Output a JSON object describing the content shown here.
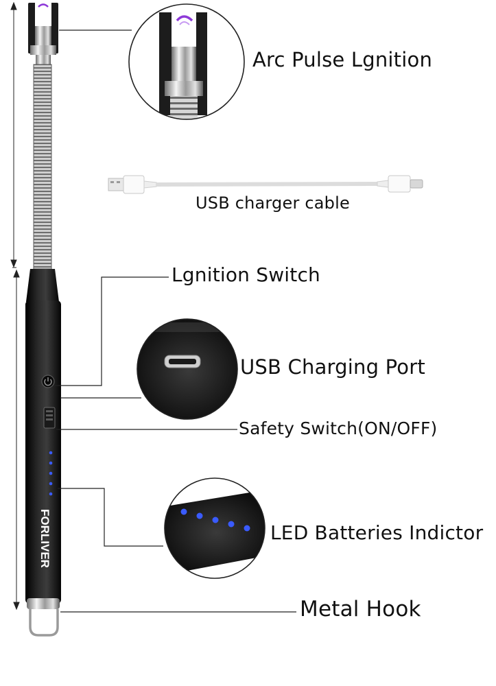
{
  "labels": {
    "arc_pulse": "Arc Pulse Lgnition",
    "usb_cable": "USB charger cable",
    "ignition_switch": "Lgnition Switch",
    "usb_port": "USB Charging Port",
    "safety_switch": "Safety Switch(ON/OFF)",
    "led_indicator": "LED Batteries Indictor",
    "metal_hook": "Metal Hook"
  },
  "brand": "FORLIVER",
  "colors": {
    "body": "#141414",
    "metal": "#b9b9b9",
    "led": "#3a5bff",
    "arc": "#8e3ad8",
    "line": "#222222"
  },
  "icons": [
    "power-icon",
    "usb-micro-port-icon",
    "led-dot-icon",
    "arc-icon"
  ]
}
